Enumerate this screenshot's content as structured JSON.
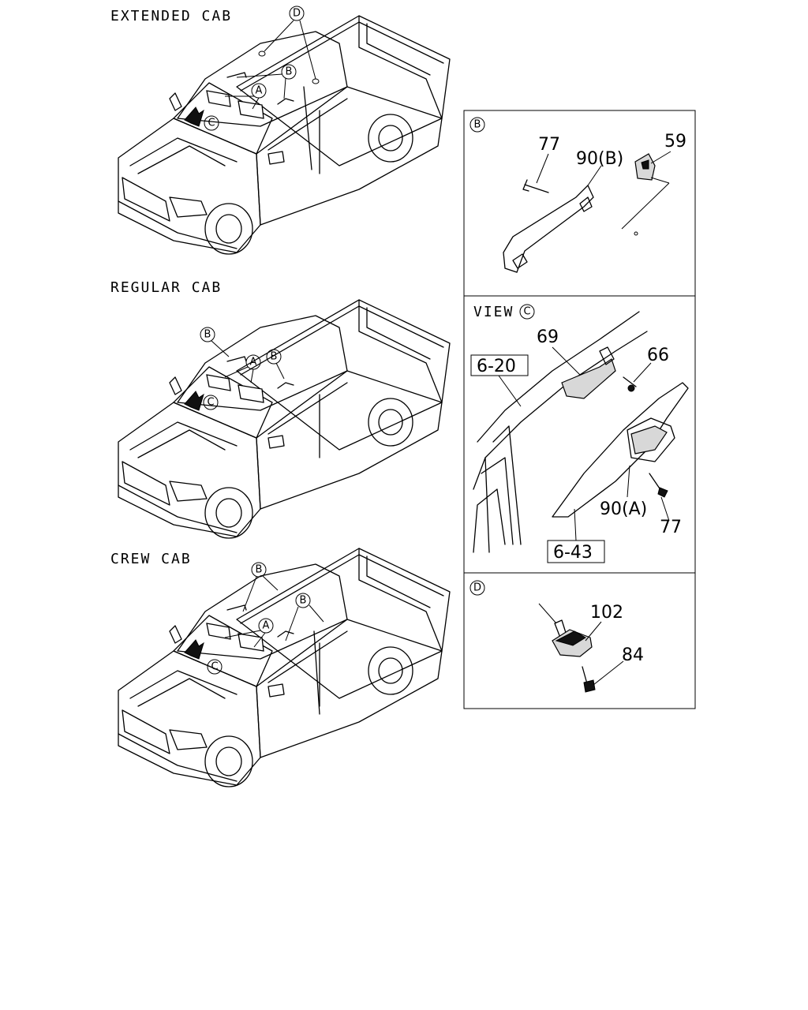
{
  "sections": {
    "extended_cab": "EXTENDED CAB",
    "regular_cab": "REGULAR CAB",
    "crew_cab": "CREW CAB"
  },
  "markers": {
    "a": "A",
    "b": "B",
    "c": "C",
    "d": "D"
  },
  "detail_b": {
    "marker": "B",
    "parts": {
      "p77": "77",
      "p90b": "90(B)",
      "p59": "59"
    }
  },
  "detail_c": {
    "view_label": "VIEW",
    "marker": "C",
    "refs": {
      "r620": "6-20",
      "r643": "6-43"
    },
    "parts": {
      "p69": "69",
      "p66": "66",
      "p90a": "90(A)",
      "p77": "77"
    }
  },
  "detail_d": {
    "marker": "D",
    "parts": {
      "p102": "102",
      "p84": "84"
    }
  }
}
